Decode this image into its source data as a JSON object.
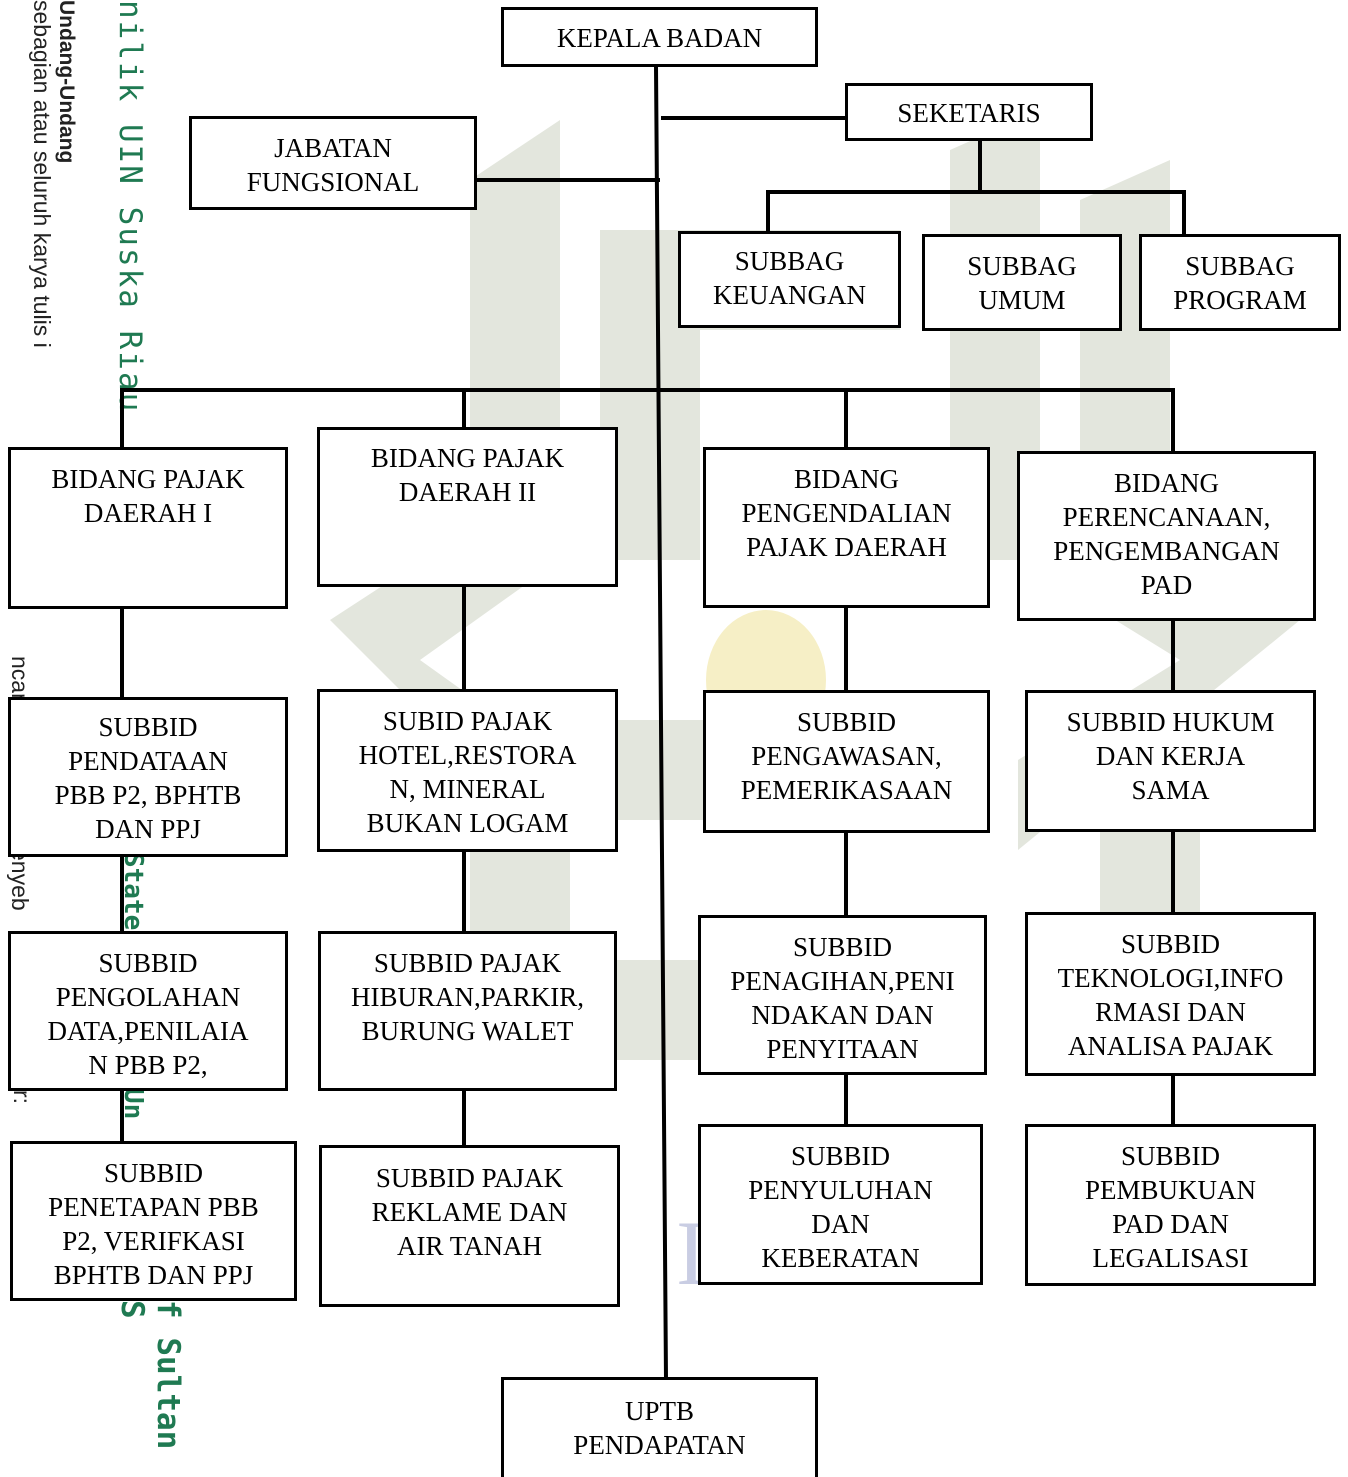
{
  "side_text": {
    "line1": "Undang-Undang",
    "line2": "sebagian atau seluruh karya tulis i",
    "line3": "nilik UIN Suska Riau",
    "frag1": "ncantur",
    "frag2": "enyeb",
    "frag3": "State",
    "frag4": "r:",
    "frag5": "Un",
    "frag6": "f Sultan S",
    "frag7": "IS   E"
  },
  "org": {
    "kepala_badan": "KEPALA BADAN",
    "seketaris": "SEKETARIS",
    "jabatan_fungsional": "JABATAN\nFUNGSIONAL",
    "subbag_keuangan": "SUBBAG\nKEUANGAN",
    "subbag_umum": "SUBBAG\nUMUM",
    "subbag_program": "SUBBAG\nPROGRAM",
    "bidang_pajak_1": "BIDANG PAJAK\nDAERAH I",
    "bidang_pajak_2": "BIDANG PAJAK\nDAERAH II",
    "bidang_pengendalian": "BIDANG\nPENGENDALIAN\nPAJAK DAERAH",
    "bidang_perencanaan": "BIDANG\nPERENCANAAN,\nPENGEMBANGAN\nPAD",
    "subbid_pendataan": "SUBBID\nPENDATAAN\nPBB P2, BPHTB\nDAN PPJ",
    "subbid_pengolahan": "SUBBID\nPENGOLAHAN\nDATA,PENILAIA\nN PBB P2,",
    "subbid_penetapan": "SUBBID\nPENETAPAN PBB\nP2, VERIFKASI\nBPHTB DAN PPJ",
    "subbid_hotel": "SUBID PAJAK\nHOTEL,RESTORA\nN, MINERAL\nBUKAN LOGAM",
    "subbid_hiburan": "SUBBID PAJAK\nHIBURAN,PARKIR,\nBURUNG WALET",
    "subbid_reklame": "SUBBID PAJAK\nREKLAME DAN\nAIR TANAH",
    "subbid_pengawasan": "SUBBID\nPENGAWASAN,\nPEMERIKASAAN",
    "subbid_penagihan": "SUBBID\nPENAGIHAN,PENI\nNDAKAN DAN\nPENYITAAN",
    "subbid_penyuluhan": "SUBBID\nPENYULUHAN\nDAN\nKEBERATAN",
    "subbid_hukum": "SUBBID HUKUM\nDAN KERJA\nSAMA",
    "subbid_teknologi": "SUBBID\nTEKNOLOGI,INFO\nRMASI DAN\nANALISA PAJAK",
    "subbid_pembukuan": "SUBBID\nPEMBUKUAN\nPAD DAN\nLEGALISASI",
    "uptb": "UPTB\nPENDAPATAN"
  },
  "colors": {
    "watermark": "#e3e6dd",
    "watermark_emblem": "#f6efc6",
    "side_green": "#1f7a52"
  }
}
